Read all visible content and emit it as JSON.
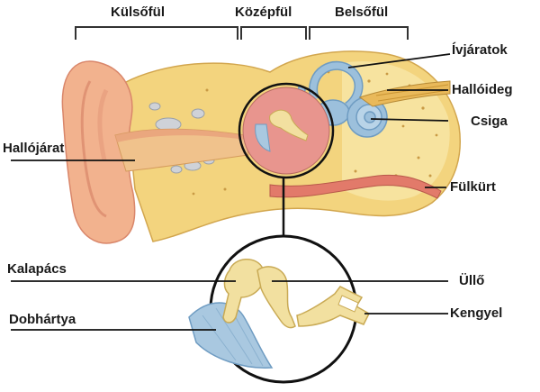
{
  "sections": {
    "outer": "Külsőfül",
    "middle": "Középfül",
    "inner": "Belsőfül"
  },
  "labels": {
    "semicircular_canals": "Ívjáratok",
    "auditory_nerve": "Hallóideg",
    "cochlea": "Csiga",
    "ear_canal": "Hallójárat",
    "eustachian_tube": "Fülkürt",
    "malleus": "Kalapács",
    "incus": "Üllő",
    "stapes": "Kengyel",
    "eardrum": "Dobhártya"
  },
  "colors": {
    "skin": "#f2b28e",
    "skin_dark": "#d9866a",
    "bone": "#f3d47e",
    "bone_light": "#f8e6a8",
    "canal": "#f0c28c",
    "middle_cavity": "#e8958e",
    "inner_ear": "#9cc0dc",
    "eardrum": "#a9c8e0",
    "ossicle": "#f2e0a0",
    "nerve": "#e9b95a",
    "tube": "#e27a6a",
    "line": "#111111"
  }
}
